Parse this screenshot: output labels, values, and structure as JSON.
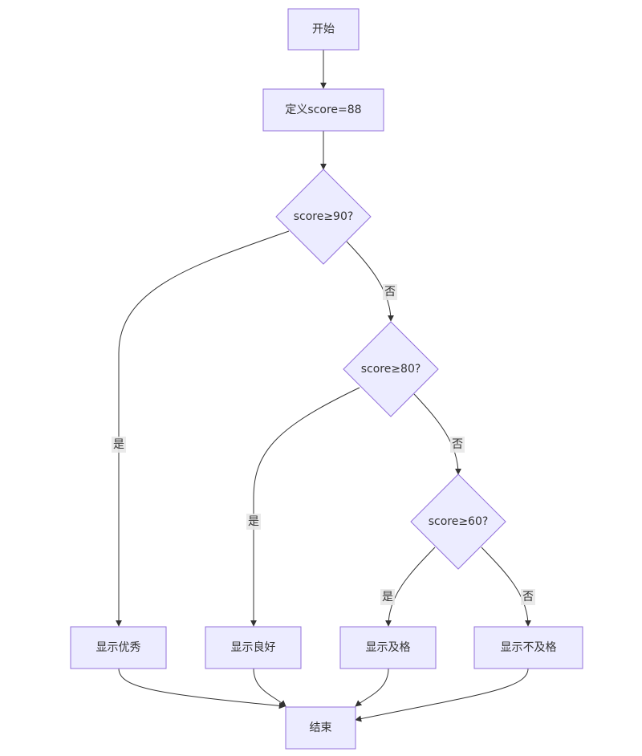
{
  "colors": {
    "node_fill": "#ececff",
    "node_stroke": "#9370db",
    "edge": "#333333",
    "label_bg": "#e8e8e8"
  },
  "nodes": {
    "start": "开始",
    "define": "定义score=88",
    "check90": "score≥90?",
    "check80": "score≥80?",
    "check60": "score≥60?",
    "excellent": "显示优秀",
    "good": "显示良好",
    "pass": "显示及格",
    "fail": "显示不及格",
    "end": "结束"
  },
  "edges": {
    "check90_no": "否",
    "check90_yes": "是",
    "check80_yes": "是",
    "check80_no": "否",
    "check60_yes": "是",
    "check60_no": "否"
  }
}
